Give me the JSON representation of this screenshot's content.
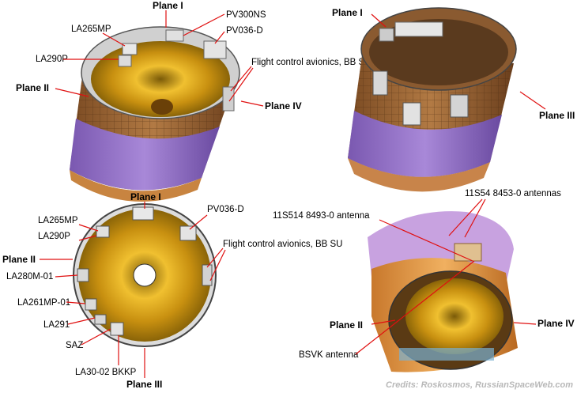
{
  "colors": {
    "leader": "#e01010",
    "hull": "#a8703c",
    "hull_dark": "#6e4220",
    "purple_band": "#9a78c8",
    "orange_shell": "#e8a050",
    "gold_dish": "#d4a010",
    "credit_text": "#b8b8b8"
  },
  "views": {
    "top_left": {
      "labels": {
        "plane_i": "Plane I",
        "plane_ii": "Plane II",
        "plane_iv": "Plane IV",
        "pv300ns": "PV300NS",
        "pv036d": "PV036-D",
        "la265mp": "LA265MP",
        "la290p": "LA290P",
        "flight_control": "Flight control avionics, BB SU"
      }
    },
    "top_right": {
      "labels": {
        "plane_i": "Plane I",
        "plane_iii": "Plane III"
      }
    },
    "bottom_left": {
      "labels": {
        "plane_i": "Plane I",
        "plane_ii": "Plane II",
        "plane_iii": "Plane III",
        "pv036d": "PV036-D",
        "la265mp": "LA265MP",
        "la290p": "LA290P",
        "la280m01": "LA280M-01",
        "la261mp01": "LA261MP-01",
        "la291": "LA291",
        "saz": "SAZ",
        "la3002": "LA30-02 BKKP",
        "flight_control": "Flight control avionics, BB SU"
      }
    },
    "bottom_right": {
      "labels": {
        "antenna_11s514": "11S514  8493-0 antenna",
        "antenna_11s54": "11S54 8453-0 antennas",
        "plane_ii": "Plane II",
        "plane_iv": "Plane IV",
        "bsvk": "BSVK antenna"
      }
    }
  },
  "credits": "Credits: Roskosmos, RussianSpaceWeb.com"
}
